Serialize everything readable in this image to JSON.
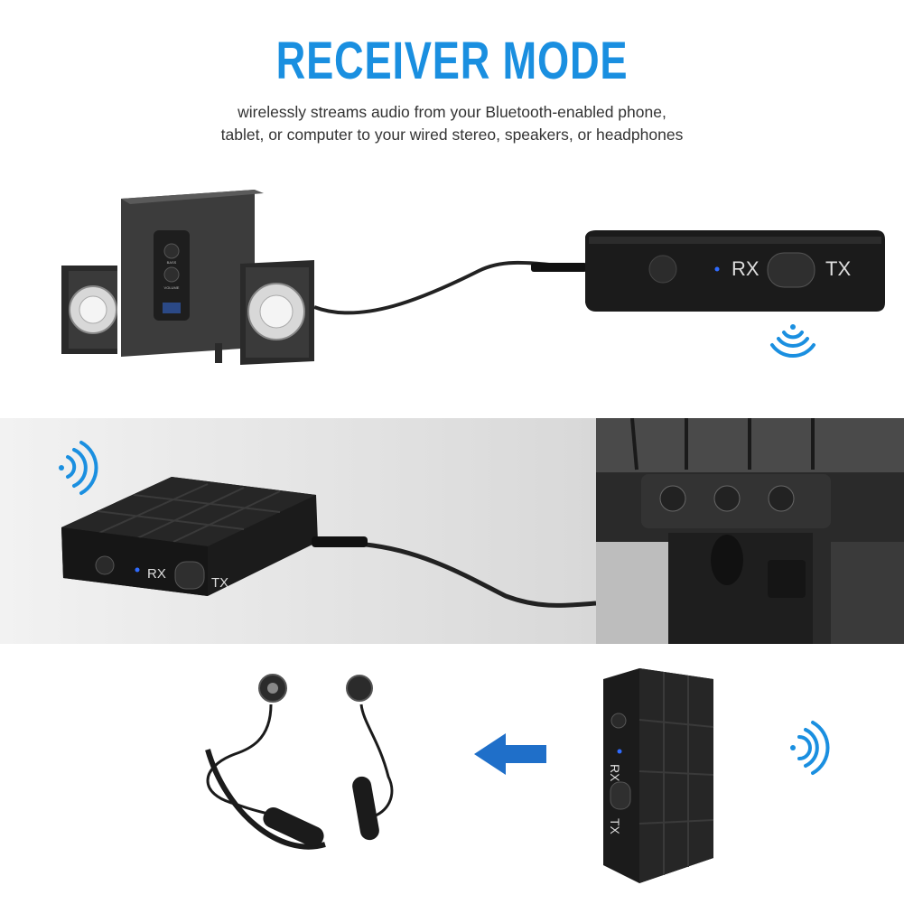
{
  "title": "RECEIVER MODE",
  "subtitle_lines": [
    "wirelessly streams audio from your Bluetooth-enabled phone,",
    "tablet, or computer to your wired stereo, speakers, or headphones"
  ],
  "device": {
    "rx_label": "RX",
    "tx_label": "TX",
    "led_color": "#2f6bff"
  },
  "speaker": {
    "bass_label": "BASS",
    "volume_label": "VOLUME"
  },
  "colors": {
    "title": "#1a8fe0",
    "subtitle": "#333333",
    "wave": "#1a8fe0",
    "arrow": "#1f6fc9",
    "device_body": "#1b1b1b",
    "middle_band": "#e9e9e9"
  }
}
